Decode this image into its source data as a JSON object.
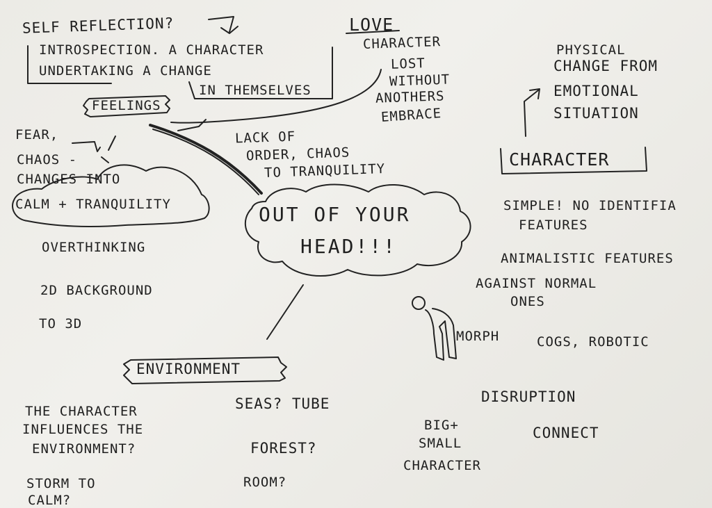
{
  "notes": {
    "self_reflection": "SELF REFLECTION?",
    "introspection_1": "INTROSPECTION. A CHARACTER",
    "introspection_2": "UNDERTAKING A CHANGE",
    "introspection_3": "IN THEMSELVES",
    "love": "LOVE",
    "love_1": "CHARACTER",
    "love_2": "LOST",
    "love_3": "WITHOUT",
    "love_4": "ANOTHERS",
    "love_5": "EMBRACE",
    "physical_1": "PHYSICAL",
    "physical_2": "CHANGE FROM",
    "physical_3": "EMOTIONAL",
    "physical_4": "SITUATION",
    "feelings": "FEELINGS",
    "fear_1": "FEAR,",
    "fear_2": "CHAOS -",
    "fear_3": "CHANGES INTO",
    "fear_4": "CALM + TRANQUILITY",
    "lack_1": "LACK OF",
    "lack_2": "ORDER, CHAOS",
    "lack_3": "TO TRANQUILITY",
    "character": "CHARACTER",
    "simple_1": "SIMPLE! NO IDENTIFIA",
    "simple_2": "FEATURES",
    "animalistic": "ANIMALISTIC FEATURES",
    "against_1": "AGAINST NORMAL",
    "against_2": "ONES",
    "cloud_1": "OUT OF YOUR",
    "cloud_2": "HEAD!!!",
    "overthinking": "OVERTHINKING",
    "bg_1": "2D BACKGROUND",
    "bg_2": "TO 3D",
    "morph": "MORPH",
    "cogs": "COGS, ROBOTIC",
    "environment": "ENVIRONMENT",
    "disruption": "DISRUPTION",
    "influences_1": "THE CHARACTER",
    "influences_2": "INFLUENCES THE",
    "influences_3": "ENVIRONMENT?",
    "seas": "SEAS? TUBE",
    "forest": "FOREST?",
    "room": "ROOM?",
    "big_1": "BIG+",
    "big_2": "SMALL",
    "big_3": "CHARACTER",
    "connect": "CONNECT",
    "storm_1": "STORM TO",
    "storm_2": "CALM?"
  },
  "colors": {
    "paper": "#ecebe6",
    "ink": "#1f1f1f",
    "background": "#2f2f2c"
  }
}
